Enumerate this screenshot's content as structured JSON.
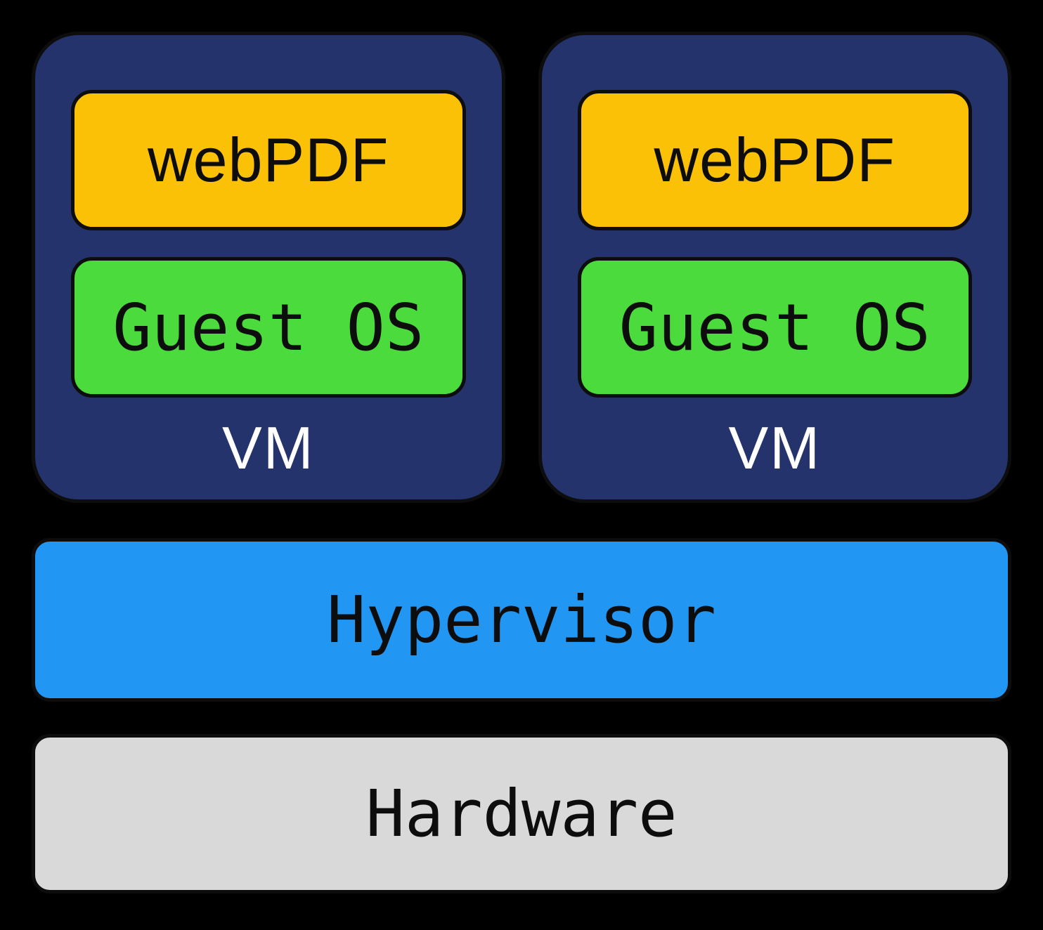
{
  "diagram": {
    "vms": [
      {
        "app_label": "webPDF",
        "os_label": "Guest OS",
        "vm_label": "VM"
      },
      {
        "app_label": "webPDF",
        "os_label": "Guest OS",
        "vm_label": "VM"
      }
    ],
    "hypervisor": {
      "label": "Hypervisor"
    },
    "hardware": {
      "label": "Hardware"
    },
    "colors": {
      "background": "#000000",
      "vm_fill": "#24336B",
      "app_fill": "#FBC107",
      "os_fill": "#4CDB3C",
      "hypervisor_fill": "#2196F3",
      "hardware_fill": "#D9D9D9",
      "stroke": "#0d0d0d",
      "text_dark": "#0d0d0d",
      "text_light": "#ffffff"
    }
  }
}
